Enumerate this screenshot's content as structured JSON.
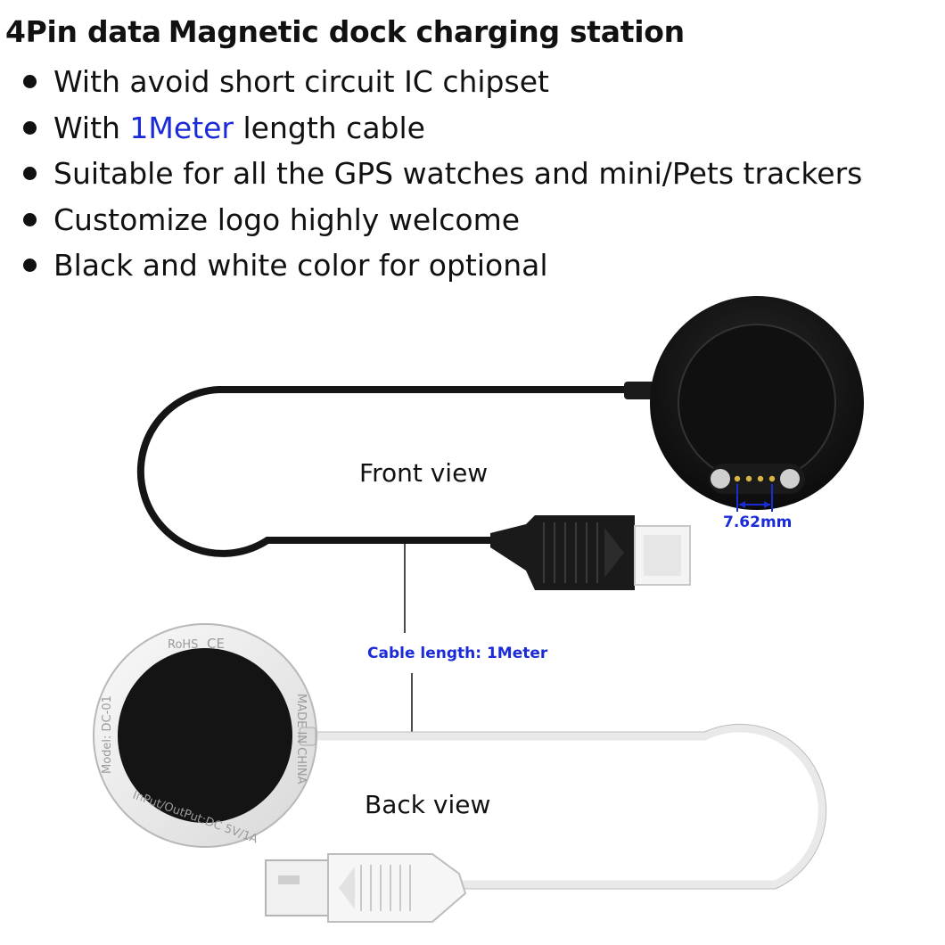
{
  "headline": {
    "prefix": "4Pin data",
    "title": "Magnetic dock charging station"
  },
  "features": [
    {
      "text": "With avoid short circuit IC chipset"
    },
    {
      "before": "With ",
      "highlight": "1Meter",
      "after": " length cable"
    },
    {
      "text": "Suitable for all the GPS watches and mini/Pets trackers"
    },
    {
      "text": "Customize logo highly welcome"
    },
    {
      "text": "Black and white color for optional"
    }
  ],
  "labels": {
    "front_view": "Front view",
    "back_view": "Back view",
    "pin_spacing": "7.62mm",
    "cable_length": "Cable length: 1Meter"
  },
  "back_markings": {
    "rohs": "RoHS",
    "ce": "CE",
    "model": "Model: DC-01",
    "origin": "MADE IN CHINA",
    "rating": "InPut/OutPut:DC 5V/1A"
  },
  "colors": {
    "accent": "#1b2bd8",
    "black_product": "#151515",
    "white_product": "#f2f2f2"
  }
}
